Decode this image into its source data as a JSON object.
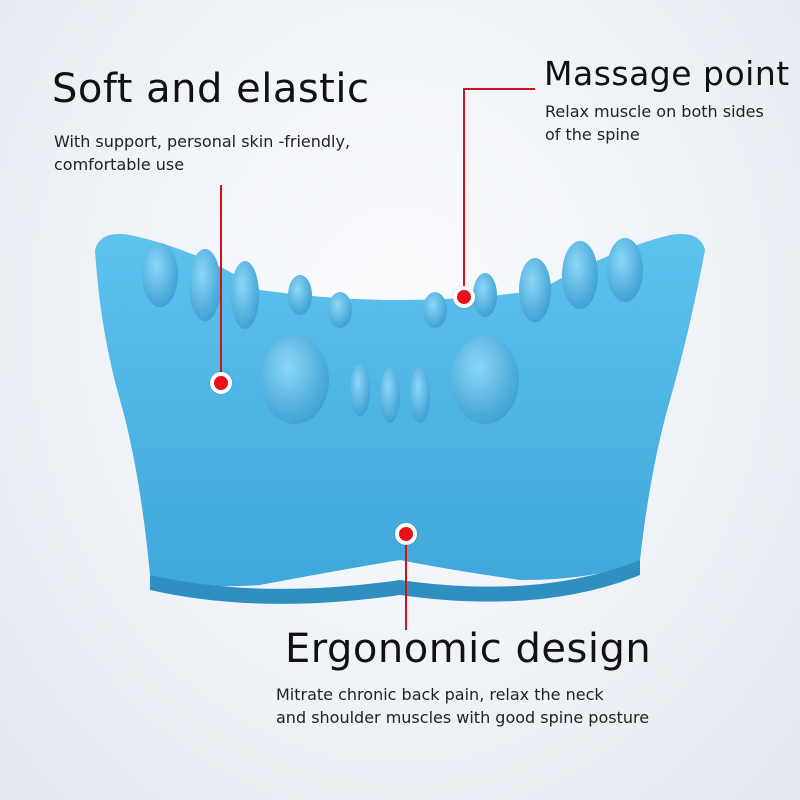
{
  "features": [
    {
      "title": "Soft and elastic",
      "description_lines": [
        "With support, personal skin -friendly,",
        "comfortable use"
      ]
    },
    {
      "title": "Massage point",
      "description_lines": [
        "Relax muscle on both sides",
        "of the spine"
      ]
    },
    {
      "title": "Ergonomic design",
      "description_lines": [
        "Mitrate chronic back pain, relax the neck",
        "and shoulder muscles with good spine posture"
      ]
    }
  ],
  "colors": {
    "product": "#4fb6e6",
    "accent": "#d4111a"
  }
}
